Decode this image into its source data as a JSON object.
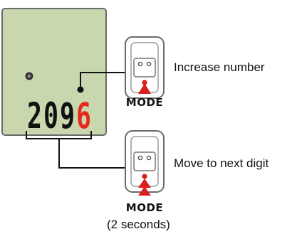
{
  "display": {
    "digits": [
      "2",
      "0",
      "9",
      "6"
    ],
    "active_digit_index": 3
  },
  "steps": [
    {
      "button_label": "MODE",
      "action": "Increase number",
      "duration": ""
    },
    {
      "button_label": "MODE",
      "action": "Move to next digit",
      "duration": "(2 seconds)"
    }
  ],
  "colors": {
    "lcd_background": "#c8d7ae",
    "lcd_border": "#6a6a6a",
    "digit": "#111111",
    "active_digit": "#e8281e",
    "arrow": "#d91e1e",
    "line": "#111111"
  },
  "icons": {
    "device_unit": "cycle-computer-lcd",
    "button_device": "mode-button-device",
    "press_arrow": "press-arrow-up-icon"
  }
}
